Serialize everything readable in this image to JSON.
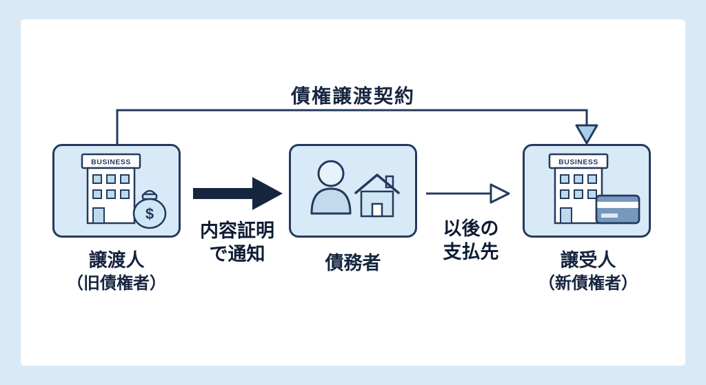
{
  "diagram": {
    "top_label": "債権譲渡契約",
    "nodes": {
      "assignor": {
        "label": "譲渡人",
        "sublabel": "（旧債権者）",
        "icon_text": "BUSINESS",
        "moneybag_symbol": "$"
      },
      "debtor": {
        "label": "債務者"
      },
      "assignee": {
        "label": "譲受人",
        "sublabel": "（新債権者）",
        "icon_text": "BUSINESS"
      }
    },
    "arrows": {
      "notify": {
        "line1": "内容証明",
        "line2": "で通知"
      },
      "payment": {
        "line1": "以後の",
        "line2": "支払先"
      }
    },
    "colors": {
      "navy": "#24395c",
      "dark_arrow": "#16263f",
      "box_fill": "#d8e9f7",
      "icon_fill": "#cfe6f5",
      "arrowhead_fill": "#a8cfe9",
      "frame_bg": "#d9e9f6",
      "inner_bg": "#ffffff",
      "text": "#16253f"
    }
  }
}
